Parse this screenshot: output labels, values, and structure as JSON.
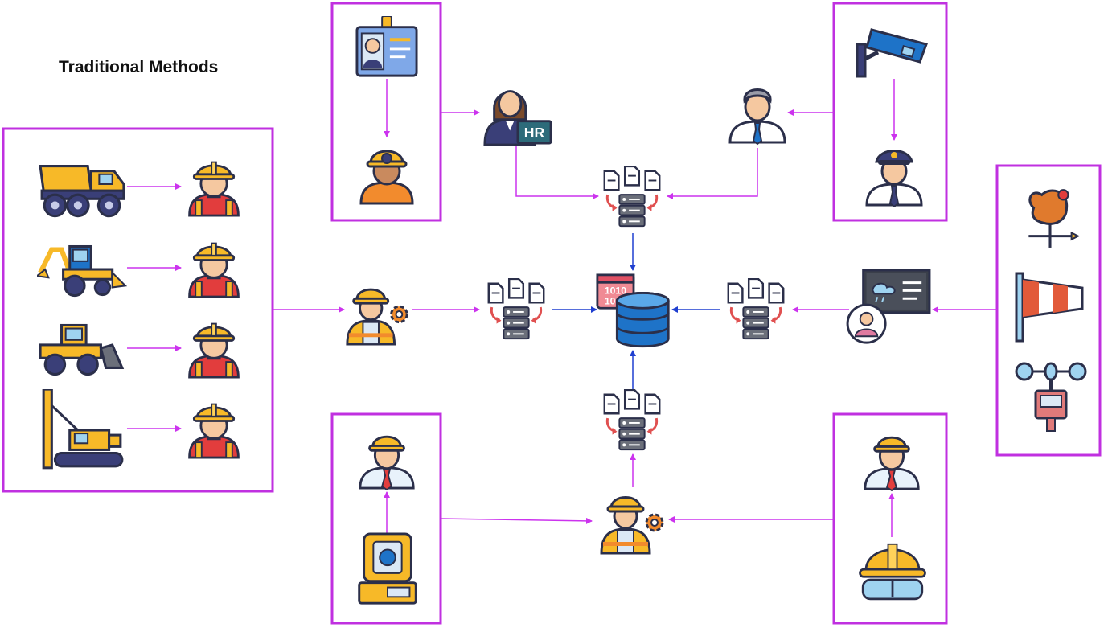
{
  "title": "Traditional Methods",
  "hr_badge": "HR",
  "binary_top": "1010",
  "binary_bottom": "1010",
  "colors": {
    "group_border": "#c030e0",
    "flow_arrow": "#cc33ee",
    "data_arrow": "#1f3fd0",
    "safety_yellow": "#f7b928",
    "skin": "#f5c8a0",
    "vest_red": "#e23d3d",
    "outline": "#2b2f4a",
    "database_blue": "#1e73c8",
    "server_grey": "#6b6f7a",
    "doc_fold_red": "#e05050"
  },
  "icons": {
    "equipment": [
      "dump-truck-icon",
      "backhoe-loader-icon",
      "bulldozer-icon",
      "pile-driver-icon"
    ],
    "workers": [
      "construction-worker-icon"
    ],
    "hr_group": [
      "id-badge-icon",
      "miner-icon",
      "hr-manager-icon"
    ],
    "security_group": [
      "cctv-camera-icon",
      "security-guard-icon",
      "supervisor-icon"
    ],
    "weather_group": [
      "weather-vane-icon",
      "windsock-icon",
      "anemometer-icon",
      "weather-monitor-icon"
    ],
    "survey_group": [
      "total-station-icon",
      "surveyor-engineer-icon"
    ],
    "safety_group": [
      "safety-helmet-goggles-icon",
      "safety-engineer-icon"
    ],
    "data_nodes": [
      "document-server-icon",
      "central-database-icon",
      "site-manager-icon"
    ]
  }
}
